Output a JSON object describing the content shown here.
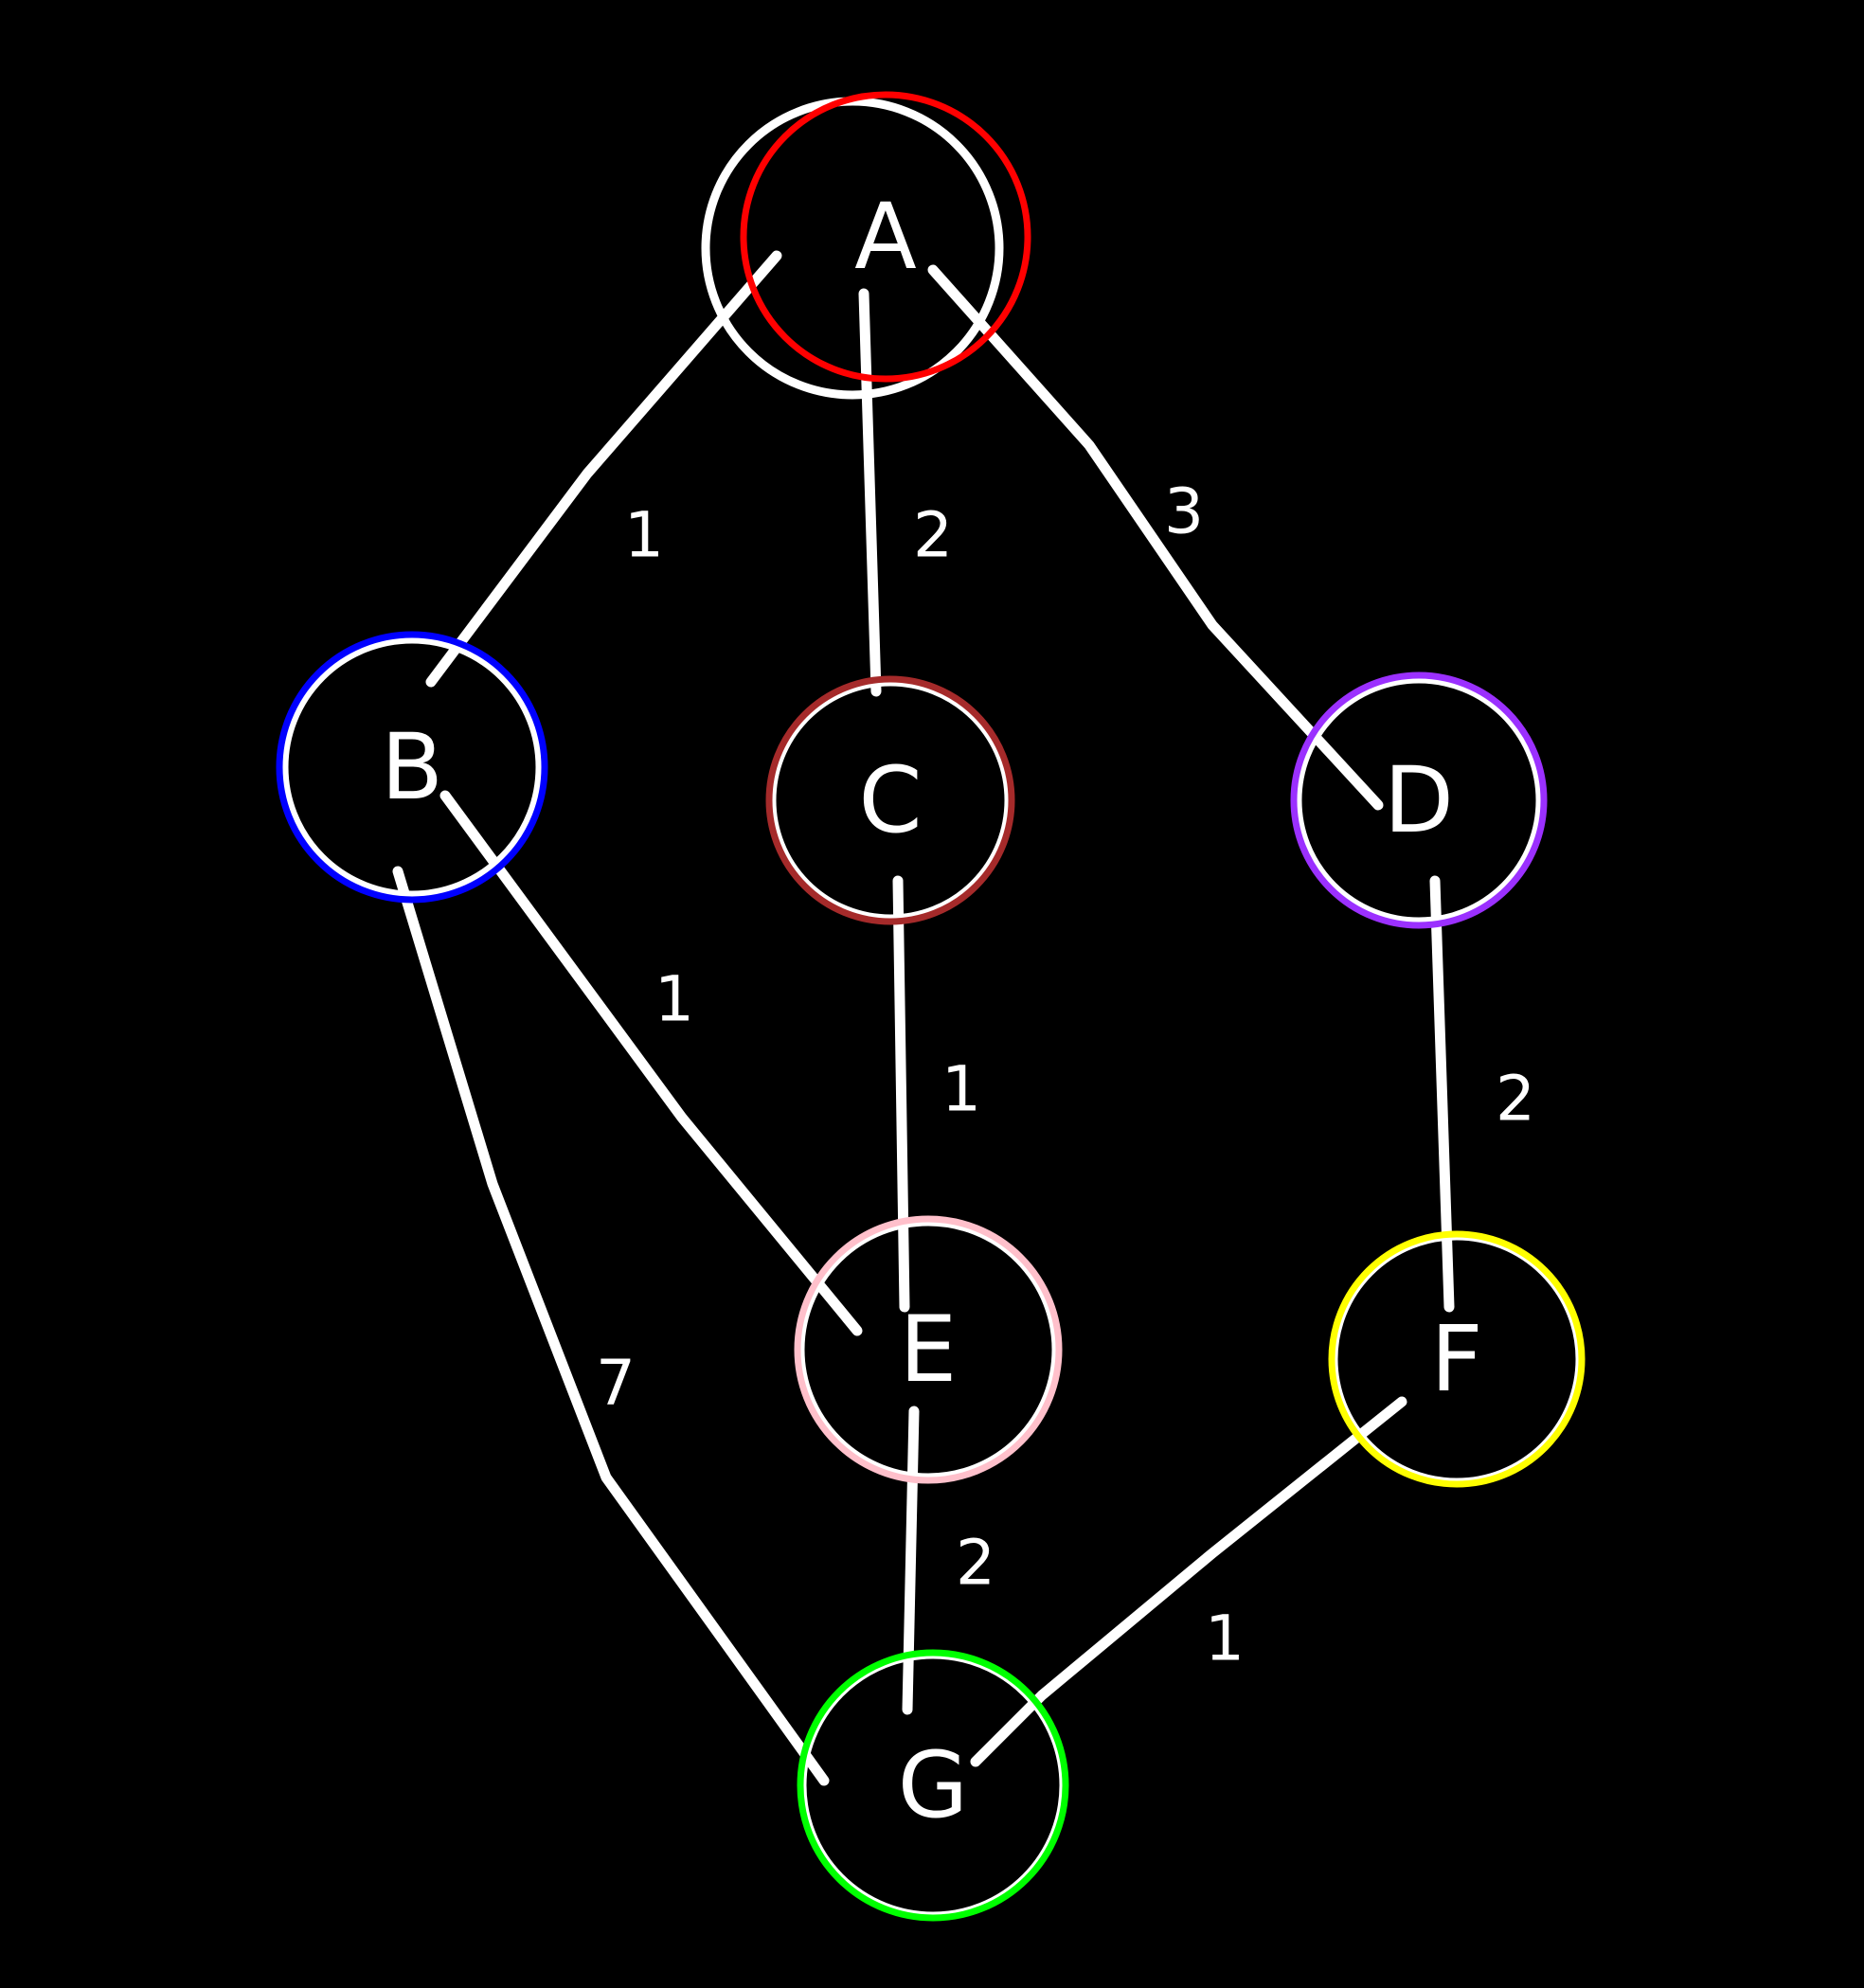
{
  "graph": {
    "nodes": [
      {
        "id": "A",
        "label": "A",
        "ring_color": "#ff0000"
      },
      {
        "id": "B",
        "label": "B",
        "ring_color": "#0000ff"
      },
      {
        "id": "C",
        "label": "C",
        "ring_color": "#a52a2a"
      },
      {
        "id": "D",
        "label": "D",
        "ring_color": "#9b30ff"
      },
      {
        "id": "E",
        "label": "E",
        "ring_color": "#ffc0cb"
      },
      {
        "id": "F",
        "label": "F",
        "ring_color": "#ffff00"
      },
      {
        "id": "G",
        "label": "G",
        "ring_color": "#00ff00"
      }
    ],
    "edges": [
      {
        "from": "A",
        "to": "B",
        "weight": "1"
      },
      {
        "from": "A",
        "to": "C",
        "weight": "2"
      },
      {
        "from": "A",
        "to": "D",
        "weight": "3"
      },
      {
        "from": "B",
        "to": "E",
        "weight": "1"
      },
      {
        "from": "B",
        "to": "G",
        "weight": "7"
      },
      {
        "from": "C",
        "to": "E",
        "weight": "1"
      },
      {
        "from": "D",
        "to": "F",
        "weight": "2"
      },
      {
        "from": "E",
        "to": "G",
        "weight": "2"
      },
      {
        "from": "F",
        "to": "G",
        "weight": "1"
      }
    ]
  }
}
